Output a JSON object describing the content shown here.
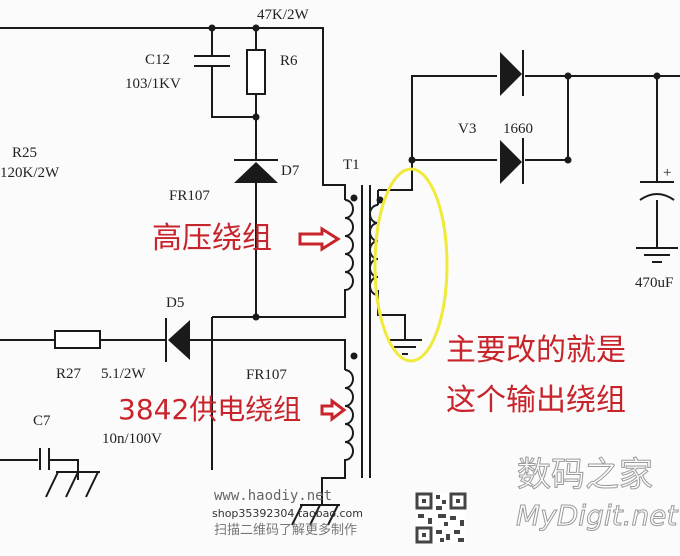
{
  "diagram": {
    "type": "circuit-schematic",
    "colors": {
      "wire": "#1a1a1a",
      "annotation_red": "#c8242b",
      "highlight_ellipse": "#f0ea3a",
      "watermark": "#9a9a9a"
    },
    "components": {
      "r6": {
        "ref": "R6",
        "value": "47K/2W"
      },
      "c12": {
        "ref": "C12",
        "value": "103/1KV"
      },
      "r25": {
        "ref": "R25",
        "value": "120K/2W"
      },
      "d7": {
        "ref": "D7",
        "value": "FR107"
      },
      "t1": {
        "ref": "T1"
      },
      "v3": {
        "ref": "V3",
        "value": "1660"
      },
      "d5": {
        "ref": "D5",
        "value": "FR107"
      },
      "r27": {
        "ref": "R27",
        "value": "5.1/2W"
      },
      "c7": {
        "ref": "C7",
        "value": "10n/100V"
      },
      "output_cap": {
        "polarity": "+",
        "value": "470uF"
      }
    },
    "annotations": {
      "high_voltage_winding": "高压绕组",
      "supply_winding": "3842供电绕组",
      "note_line1": "主要改的就是",
      "note_line2": "这个输出绕组"
    }
  },
  "watermark": {
    "url": "www.haodiy.net",
    "shop": "shop35392304.taobao.com",
    "scan_text": "扫描二维码了解更多制作",
    "brand_cn": "数码之家",
    "brand_en": "MyDigit.net"
  }
}
